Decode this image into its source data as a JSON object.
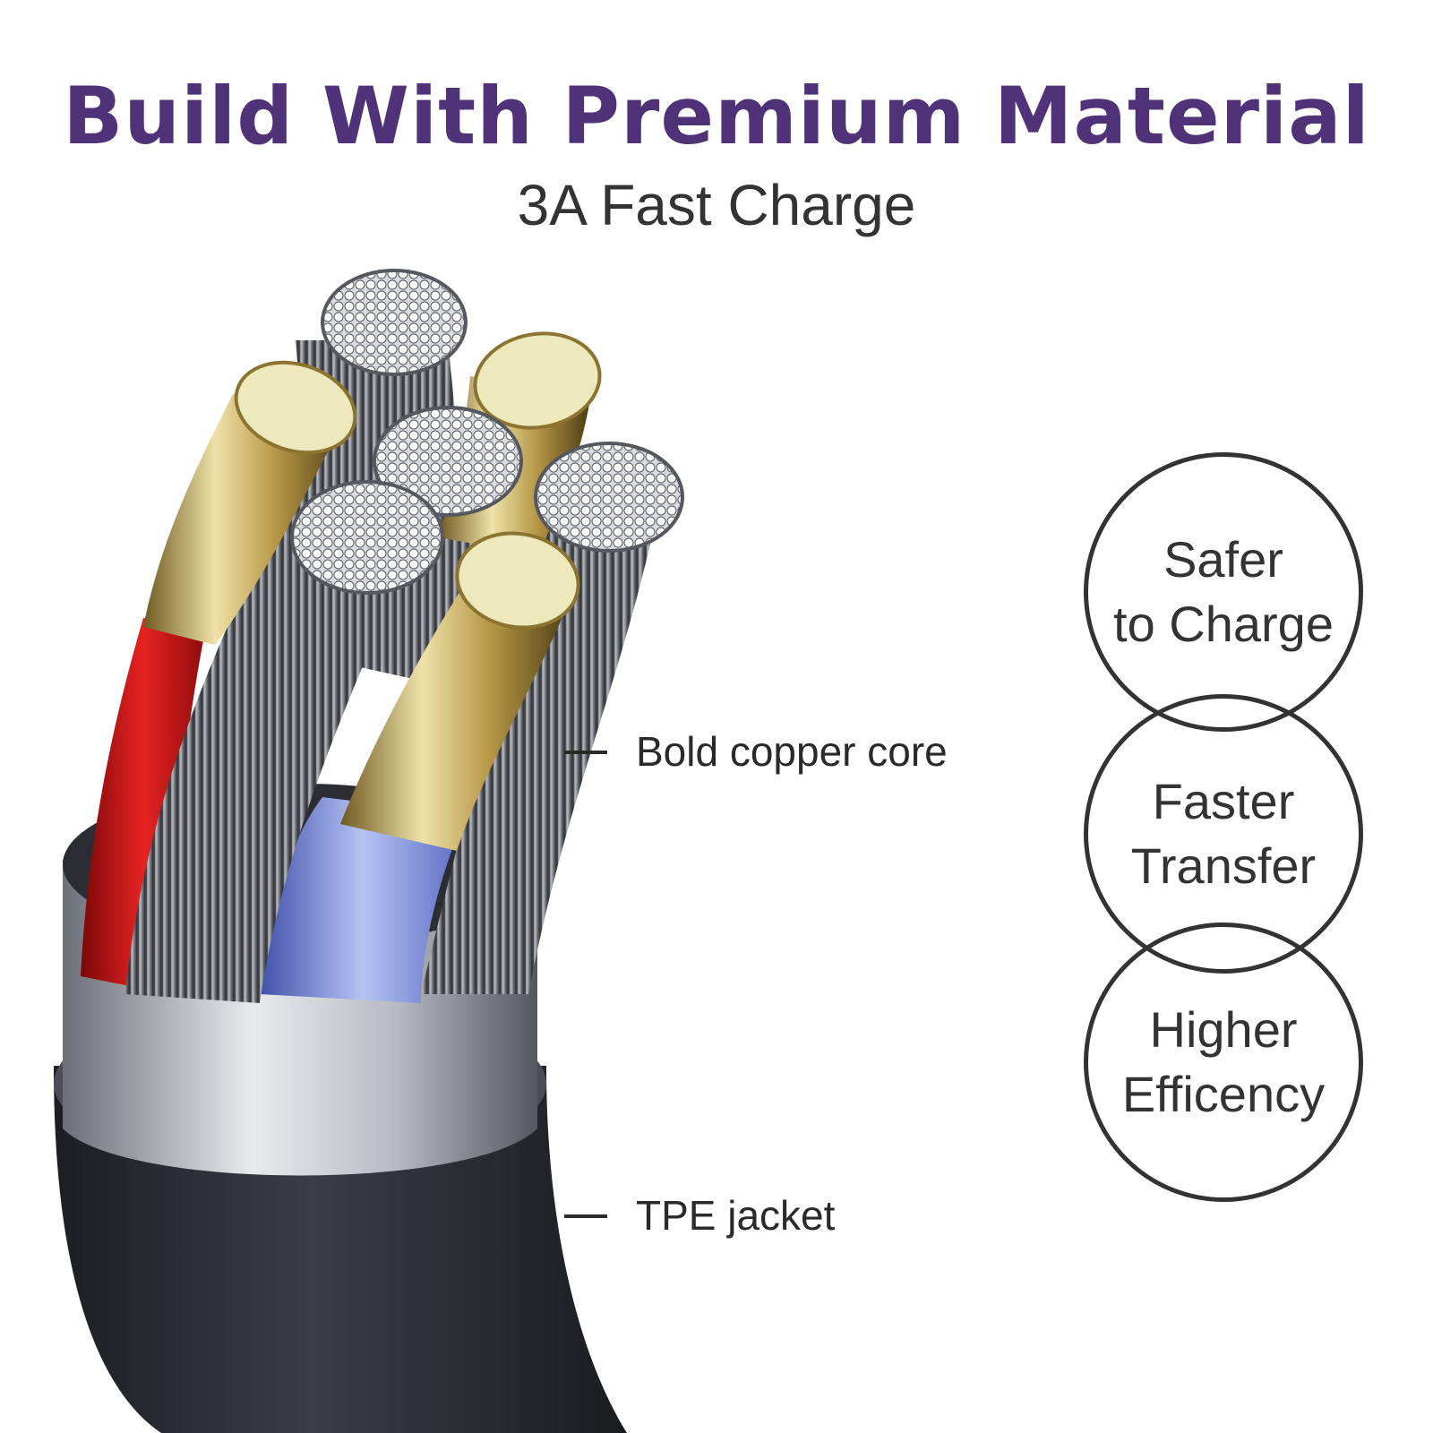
{
  "header": {
    "title": "Build With Premium Material",
    "subtitle": "3A Fast Charge"
  },
  "callouts": [
    {
      "label": "Bold copper core"
    },
    {
      "label": "TPE jacket"
    }
  ],
  "badges": [
    {
      "line1": "Safer",
      "line2": "to Charge"
    },
    {
      "line1": "Faster",
      "line2": "Transfer"
    },
    {
      "line1": "Higher",
      "line2": "Efficency"
    }
  ],
  "colors": {
    "title": "#4f3278",
    "text": "#333333",
    "jacket": "#2a2d33",
    "sleeve": "#c9ccd2",
    "gold": "#c9b26a",
    "red_wire": "#d01818",
    "blue_wire": "#8fa7e8",
    "copper": "#7a7d83"
  }
}
